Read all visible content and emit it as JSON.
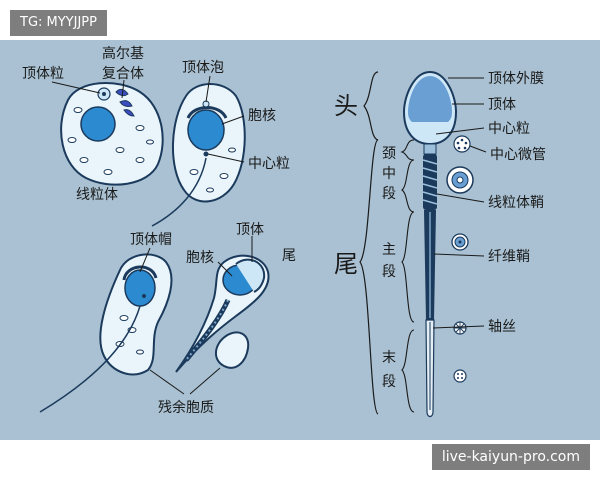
{
  "watermarks": {
    "top_left": "TG: MYYJJPP",
    "bottom_right": "live-kaiyun-pro.com"
  },
  "left_labels": {
    "acrosome_granule": "顶体粒",
    "golgi_line1": "高尔基",
    "golgi_line2": "复合体",
    "acrosome_vesicle": "顶体泡",
    "nucleus_top": "胞核",
    "centriole": "中心粒",
    "mitochondria": "线粒体",
    "acrosome_cap": "顶体帽",
    "acrosome_lower": "顶体",
    "nucleus_lower": "胞核",
    "tail_lower": "尾",
    "residual_body": "残余胞质"
  },
  "right_labels": {
    "head": "头",
    "tail": "尾",
    "neck": "颈",
    "middle_line1": "中",
    "middle_line2": "段",
    "principal_line1": "主",
    "principal_line2": "段",
    "end_line1": "末",
    "end_line2": "段",
    "acrosome_membrane": "顶体外膜",
    "acrosome": "顶体",
    "centriole": "中心粒",
    "centriole_tubule": "中心微管",
    "mito_sheath": "线粒体鞘",
    "fiber_sheath": "纤维鞘",
    "axoneme": "轴丝"
  }
}
